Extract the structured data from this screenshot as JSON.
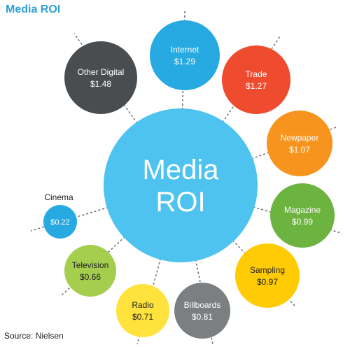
{
  "title": "Media ROI",
  "source": "Source: Nielsen",
  "center": {
    "line1": "Media",
    "line2": "ROI",
    "color": "#4ec3ef"
  },
  "channels": [
    {
      "name": "Internet",
      "value": "$1.29",
      "color": "#27a9e1"
    },
    {
      "name": "Trade",
      "value": "$1.27",
      "color": "#ef4b2f"
    },
    {
      "name": "Newpaper",
      "value": "$1.07",
      "color": "#f7941d"
    },
    {
      "name": "Magazine",
      "value": "$0.99",
      "color": "#6cb33f"
    },
    {
      "name": "Sampling",
      "value": "$0.97",
      "color": "#ffcb05"
    },
    {
      "name": "Billboards",
      "value": "$0.81",
      "color": "#7b7f82"
    },
    {
      "name": "Radio",
      "value": "$0.71",
      "color": "#ffe23b"
    },
    {
      "name": "Television",
      "value": "$0.66",
      "color": "#a5cd4e"
    },
    {
      "name": "Cinema",
      "value": "$0.22",
      "color": "#27a9e1"
    },
    {
      "name": "Other Digital",
      "value": "$1.48",
      "color": "#4a4d4f"
    }
  ],
  "colors": {
    "title": "#2e9fd8",
    "connector": "#6d6e70",
    "text_dark": "#222222",
    "text_light": "#ffffff"
  }
}
